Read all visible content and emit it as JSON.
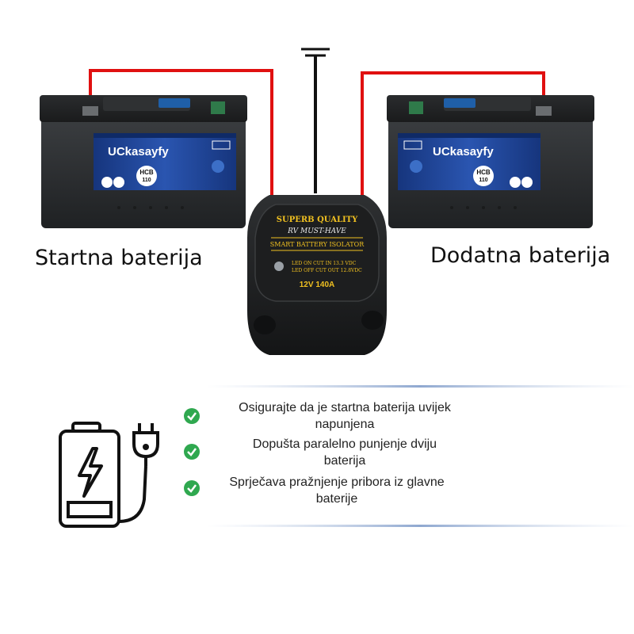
{
  "batteries": {
    "left_label": "Startna baterija",
    "right_label": "Dodatna baterija",
    "brand": "UCkasayfy",
    "left_model": "HCB",
    "right_model": "HCB",
    "model_number": "110"
  },
  "isolator": {
    "line1": "SUPERB QUALITY",
    "line2": "RV MUST-HAVE",
    "line3": "SMART BATTERY ISOLATOR",
    "led_on": "LED ON CUT IN 13.3 VDC",
    "led_off": "LED OFF CUT OUT 12.8VDC",
    "rating": "12V 140A"
  },
  "benefits": [
    {
      "line1": "Osigurajte da je startna baterija uvijek",
      "line2": "napunjena"
    },
    {
      "line1": "Dopušta paralelno punjenje dviju",
      "line2": "baterija"
    },
    {
      "line1": "Sprječava pražnjenje pribora iz glavne",
      "line2": "baterije"
    }
  ],
  "colors": {
    "wire": "#e01010",
    "check": "#2fa84f",
    "battery_case": "#2b2e30",
    "label_band": "#1f3f8f"
  },
  "icons": [
    "check-circle-icon",
    "battery-charging-icon",
    "plug-icon",
    "ground-symbol-icon"
  ]
}
